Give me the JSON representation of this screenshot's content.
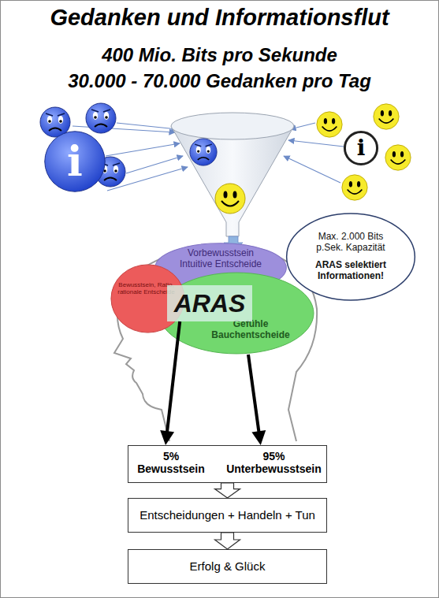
{
  "diagram": {
    "title": "Gedanken und Informationsflut",
    "nodes": [
      {
        "text": [
          "i"
        ]
      },
      {
        "text": [
          "i"
        ]
      },
      {
        "text": [
          "Max. 2.000 Bits p.Sek. Kapazität",
          "ARAS selektiert Informationen!"
        ]
      },
      {
        "text": [
          "Vorbewusstsein Intuitive Entscheide"
        ]
      },
      {
        "text": [
          "Bewusstsein, Ratio, rationale Entscheide"
        ]
      },
      {
        "text": [
          "ARAS"
        ]
      },
      {
        "text": [
          "Gefühle Bauchentscheide"
        ]
      },
      {
        "text": [
          "5% Bewusstsein",
          "95% Unterbewusstsein"
        ]
      },
      {
        "text": [
          "Entscheidungen + Handeln + Tun"
        ]
      },
      {
        "text": [
          "Erfolg & Glück"
        ]
      }
    ],
    "edges": [
      {
        "from": 5,
        "to": 7,
        "arrow": "to"
      },
      {
        "from": 6,
        "to": 7,
        "arrow": "to"
      },
      {
        "from": 7,
        "to": 8,
        "arrow": "to"
      },
      {
        "from": 8,
        "to": 9,
        "arrow": "to"
      }
    ],
    "labels": [
      "400 Mio. Bits pro Sekunde",
      "30.000 - 70.000 Gedanken pro Tag"
    ]
  }
}
